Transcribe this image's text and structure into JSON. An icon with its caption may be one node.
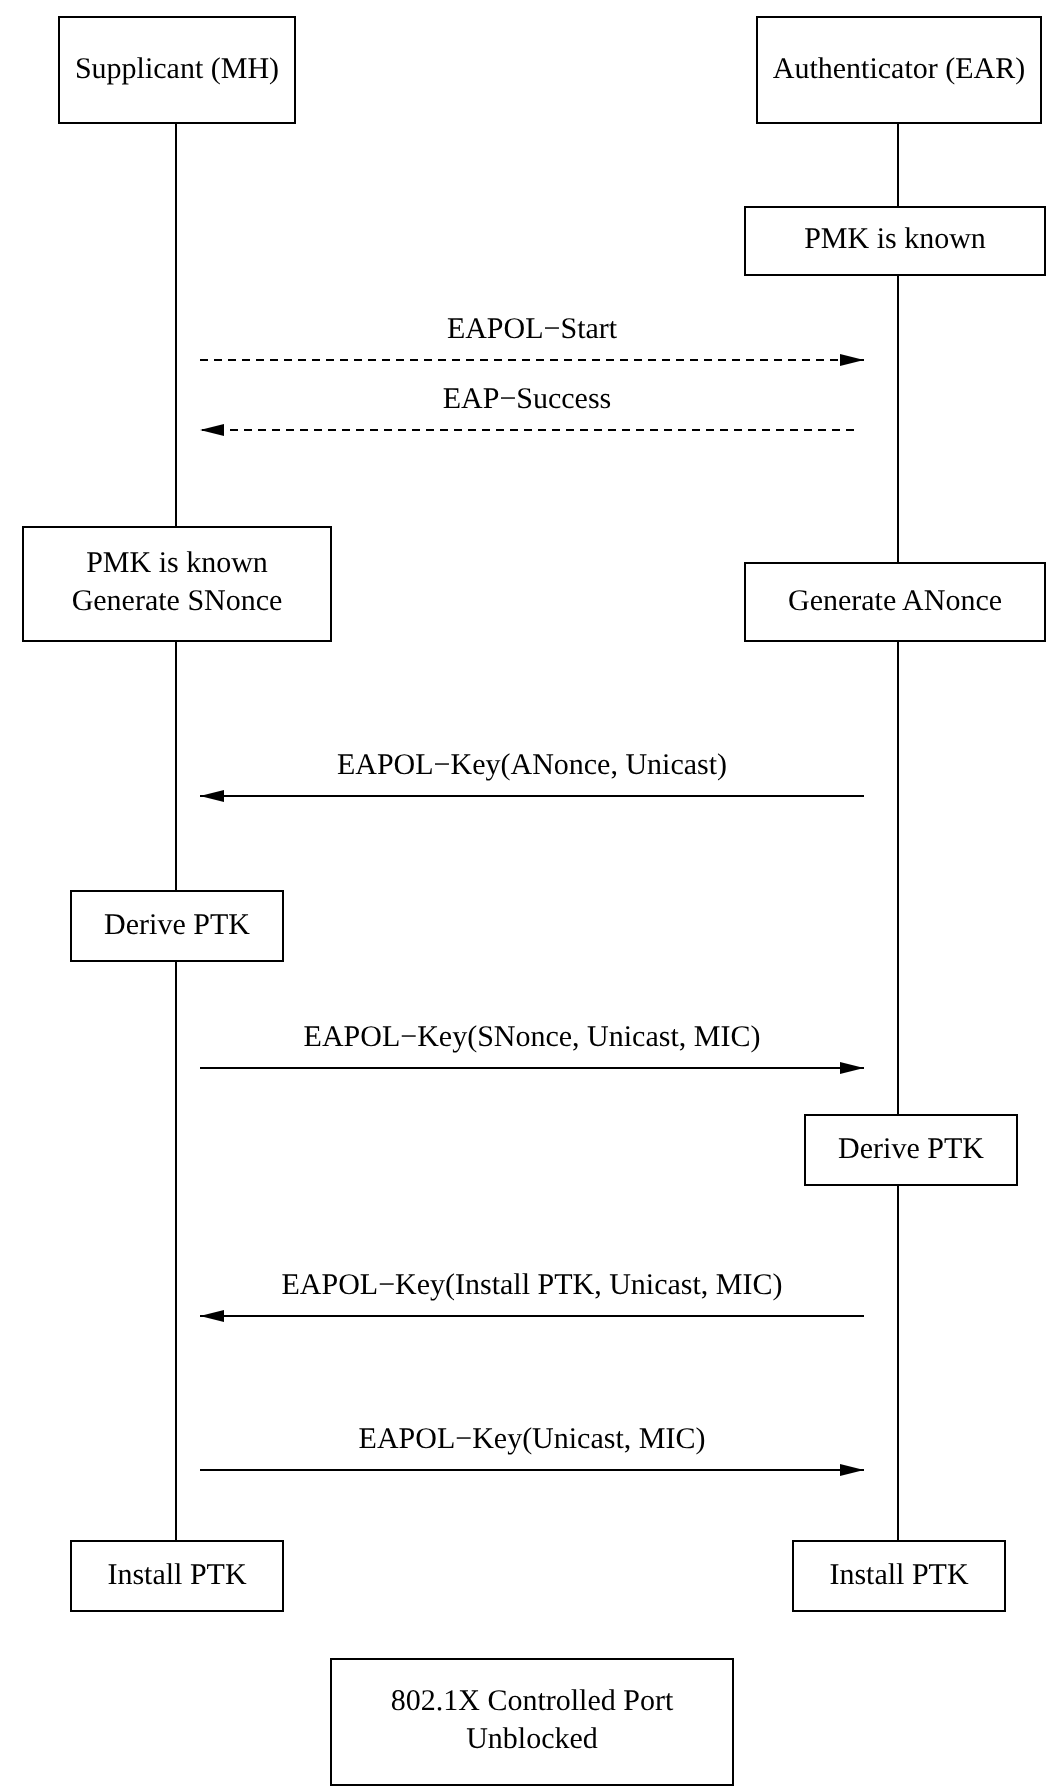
{
  "diagram": {
    "nodes": [
      {
        "text": [
          "Supplicant (MH)"
        ]
      },
      {
        "text": [
          "Authenticator (EAR)"
        ]
      },
      {
        "text": [
          "PMK is known"
        ]
      },
      {
        "text": [
          "PMK is known Generate SNonce"
        ]
      },
      {
        "text": [
          "Generate ANonce"
        ]
      },
      {
        "text": [
          "Derive PTK"
        ]
      },
      {
        "text": [
          "Derive PTK"
        ]
      },
      {
        "text": [
          "Install PTK"
        ]
      },
      {
        "text": [
          "Install PTK"
        ]
      },
      {
        "text": [
          "802.1X Controlled Port Unblocked"
        ]
      }
    ],
    "edges": [
      {
        "from": 0,
        "to": 3,
        "arrow": "none"
      },
      {
        "from": 1,
        "to": 2,
        "arrow": "none"
      },
      {
        "from": 2,
        "to": 4,
        "arrow": "none"
      },
      {
        "from": 3,
        "to": 5,
        "arrow": "none"
      },
      {
        "from": 4,
        "to": 6,
        "arrow": "none"
      },
      {
        "from": 5,
        "to": 7,
        "arrow": "none"
      },
      {
        "from": 6,
        "to": 8,
        "arrow": "none"
      }
    ],
    "labels": [
      "EAPOL−Start",
      "EAP−Success",
      "EAPOL−Key(ANonce, Unicast)",
      "EAPOL−Key(SNonce, Unicast, MIC)",
      "EAPOL−Key(Install PTK, Unicast, MIC)",
      "EAPOL−Key(Unicast, MIC)"
    ]
  }
}
